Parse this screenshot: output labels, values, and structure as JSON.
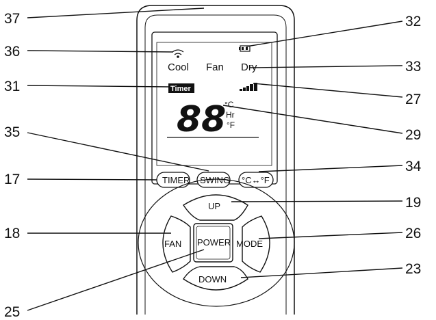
{
  "lcd": {
    "modes": [
      "Cool",
      "Fan",
      "Dry"
    ],
    "timer_label": "Timer",
    "digits": "88",
    "unit_c": "°C",
    "unit_hr": "Hr",
    "unit_f": "°F"
  },
  "buttons": {
    "timer": "TIMER",
    "swing": "SWING",
    "temp_unit": "°C↔°F",
    "up": "UP",
    "fan": "FAN",
    "power": "POWER",
    "mode": "MODE",
    "down": "DOWN"
  },
  "callouts": [
    {
      "id": "37",
      "label": "37"
    },
    {
      "id": "32",
      "label": "32"
    },
    {
      "id": "36",
      "label": "36"
    },
    {
      "id": "33",
      "label": "33"
    },
    {
      "id": "31",
      "label": "31"
    },
    {
      "id": "27",
      "label": "27"
    },
    {
      "id": "29",
      "label": "29"
    },
    {
      "id": "35",
      "label": "35"
    },
    {
      "id": "17",
      "label": "17"
    },
    {
      "id": "34",
      "label": "34"
    },
    {
      "id": "19",
      "label": "19"
    },
    {
      "id": "18",
      "label": "18"
    },
    {
      "id": "26",
      "label": "26"
    },
    {
      "id": "23",
      "label": "23"
    },
    {
      "id": "25",
      "label": "25"
    }
  ]
}
